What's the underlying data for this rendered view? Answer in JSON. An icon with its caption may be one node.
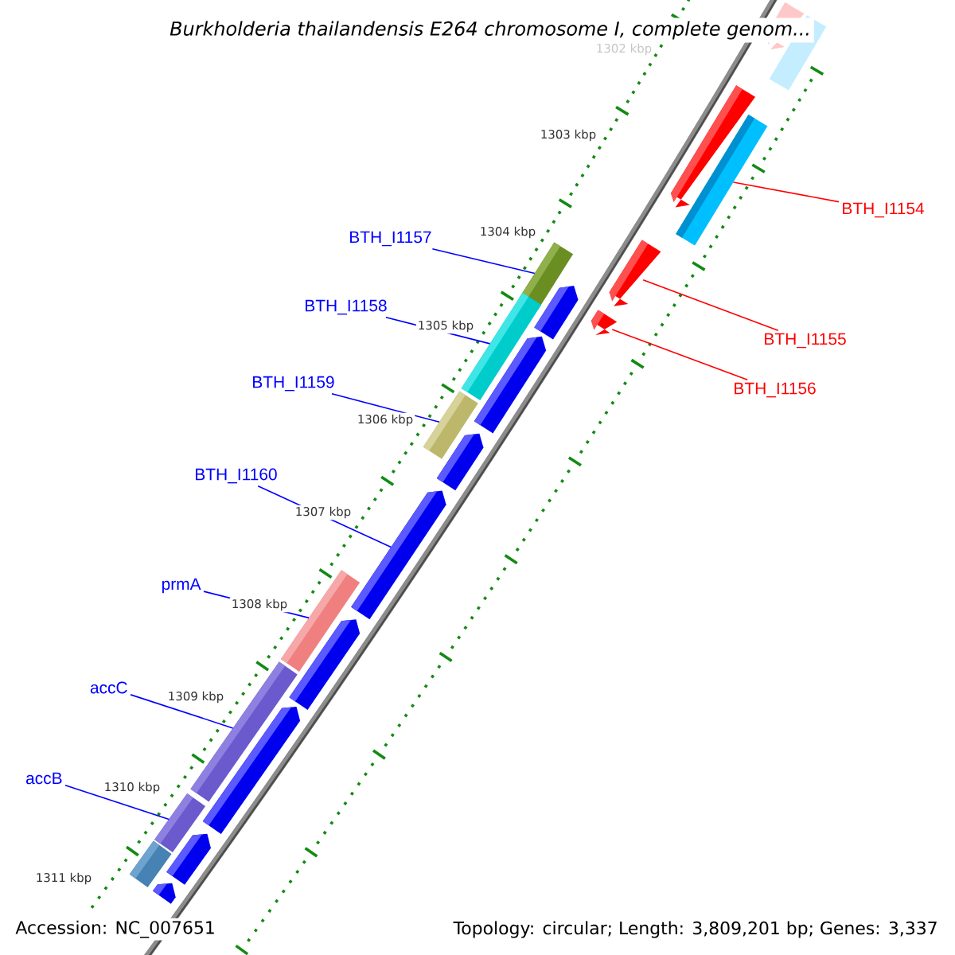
{
  "diagram": {
    "title": "Burkholderia thailandensis E264 chromosome I, complete genom...",
    "nodes": [
      {
        "text": [
          "BTH_I1154"
        ]
      },
      {
        "text": [
          "BTH_I1155"
        ]
      },
      {
        "text": [
          "BTH_I1156"
        ]
      },
      {
        "text": [
          "BTH_I1157"
        ]
      },
      {
        "text": [
          "BTH_I1158"
        ]
      },
      {
        "text": [
          "BTH_I1159"
        ]
      },
      {
        "text": [
          "BTH_I1160"
        ]
      },
      {
        "text": [
          "prmA"
        ]
      },
      {
        "text": [
          "accC"
        ]
      },
      {
        "text": [
          "accB"
        ]
      },
      {
        "text": [],
        "shape": "pentagon"
      },
      {
        "text": [],
        "shape": "bar"
      },
      {
        "text": [],
        "shape": "pentagon"
      },
      {
        "text": [],
        "shape": "bar"
      },
      {
        "text": [],
        "shape": "pentagon"
      },
      {
        "text": [],
        "shape": "pentagon"
      },
      {
        "text": [],
        "shape": "bar"
      },
      {
        "text": [],
        "shape": "pentagon"
      },
      {
        "text": [],
        "shape": "bar"
      },
      {
        "text": [],
        "shape": "pentagon"
      },
      {
        "text": [],
        "shape": "bar"
      },
      {
        "text": [],
        "shape": "pentagon"
      },
      {
        "text": [],
        "shape": "pentagon"
      },
      {
        "text": [],
        "shape": "bar"
      },
      {
        "text": [],
        "shape": "pentagon"
      },
      {
        "text": [],
        "shape": "bar"
      },
      {
        "text": [],
        "shape": "pentagon"
      },
      {
        "text": [],
        "shape": "bar"
      },
      {
        "text": [],
        "shape": "pentagon"
      },
      {
        "text": [],
        "shape": "bar"
      },
      {
        "text": [],
        "shape": "pentagon"
      }
    ],
    "edges": [
      {
        "from": 0,
        "to": 13,
        "arrow": "none",
        "color": "#ff0000"
      },
      {
        "from": 1,
        "to": 14,
        "arrow": "none",
        "color": "#ff0000"
      },
      {
        "from": 2,
        "to": 15,
        "arrow": "none",
        "color": "#ff0000"
      },
      {
        "from": 3,
        "to": 16,
        "arrow": "none"
      },
      {
        "from": 4,
        "to": 18,
        "arrow": "none"
      },
      {
        "from": 5,
        "to": 20,
        "arrow": "none"
      },
      {
        "from": 6,
        "to": 22,
        "arrow": "none"
      },
      {
        "from": 7,
        "to": 23,
        "arrow": "none"
      },
      {
        "from": 8,
        "to": 25,
        "arrow": "none"
      },
      {
        "from": 9,
        "to": 27,
        "arrow": "none"
      }
    ],
    "labels": [
      "1302 kbp",
      "1303 kbp",
      "1304 kbp",
      "1305 kbp",
      "1306 kbp",
      "1307 kbp",
      "1308 kbp",
      "1309 kbp",
      "1310 kbp",
      "1311 kbp",
      "Accession: NC_007651",
      "Topology: circular; Length: 3,809,201 bp; Genes: 3,337"
    ]
  }
}
